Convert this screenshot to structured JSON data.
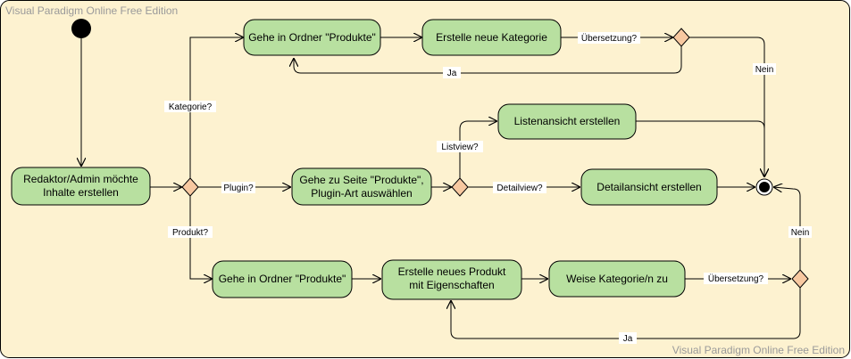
{
  "watermark": {
    "top_left": "Visual Paradigm Online Free Edition",
    "bottom_right": "Visual Paradigm Online Free Edition"
  },
  "activities": {
    "start_activity": [
      "Redaktor/Admin möchte",
      "Inhalte erstellen"
    ],
    "goto_products_top": [
      "Gehe in Ordner \"Produkte\""
    ],
    "create_category": [
      "Erstelle neue Kategorie"
    ],
    "list_view": [
      "Listenansicht erstellen"
    ],
    "goto_page_products": [
      "Gehe zu Seite \"Produkte\",",
      "Plugin-Art auswählen"
    ],
    "detail_view": [
      "Detailansicht erstellen"
    ],
    "goto_products_bottom": [
      "Gehe in Ordner \"Produkte\""
    ],
    "create_product": [
      "Erstelle neues Produkt",
      "mit Eigenschaften"
    ],
    "assign_category": [
      "Weise Kategorie/n zu"
    ]
  },
  "guards": {
    "kategorie": "Kategorie?",
    "plugin": "Plugin?",
    "produkt": "Produkt?",
    "uebersetzung_top": "Übersetzung?",
    "ja_top": "Ja",
    "nein_top": "Nein",
    "listview": "Listview?",
    "detailview": "Detailview?",
    "uebersetzung_bottom": "Übersetzung?",
    "ja_bottom": "Ja",
    "nein_bottom": "Nein"
  },
  "colors": {
    "background": "#fdf2d0",
    "activity_fill": "#b8e0a0",
    "decision_fill": "#f7c8a0",
    "watermark": "#9a9a9a"
  }
}
